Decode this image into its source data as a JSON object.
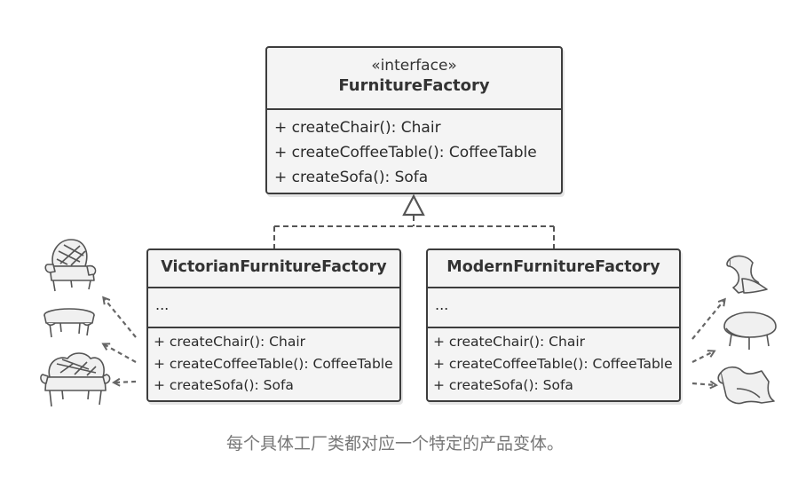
{
  "interface": {
    "stereotype": "«interface»",
    "name": "FurnitureFactory",
    "methods": [
      "+ createChair(): Chair",
      "+ createCoffeeTable(): CoffeeTable",
      "+ createSofa(): Sofa"
    ]
  },
  "victorian": {
    "name": "VictorianFurnitureFactory",
    "attributes": "...",
    "methods": [
      "+ createChair(): Chair",
      "+ createCoffeeTable(): CoffeeTable",
      "+ createSofa(): Sofa"
    ]
  },
  "modern": {
    "name": "ModernFurnitureFactory",
    "attributes": "...",
    "methods": [
      "+ createChair(): Chair",
      "+ createCoffeeTable(): CoffeeTable",
      "+ createSofa(): Sofa"
    ]
  },
  "caption": "每个具体工厂类都对应一个特定的产品变体。",
  "icons": {
    "victorian": [
      "victorian-chair-icon",
      "victorian-coffee-table-icon",
      "victorian-sofa-icon"
    ],
    "modern": [
      "modern-chair-icon",
      "modern-coffee-table-icon",
      "modern-sofa-icon"
    ]
  },
  "colors": {
    "border": "#3d3d3d",
    "fill": "#f4f4f4",
    "arrow": "#666666",
    "caption": "#777777"
  }
}
